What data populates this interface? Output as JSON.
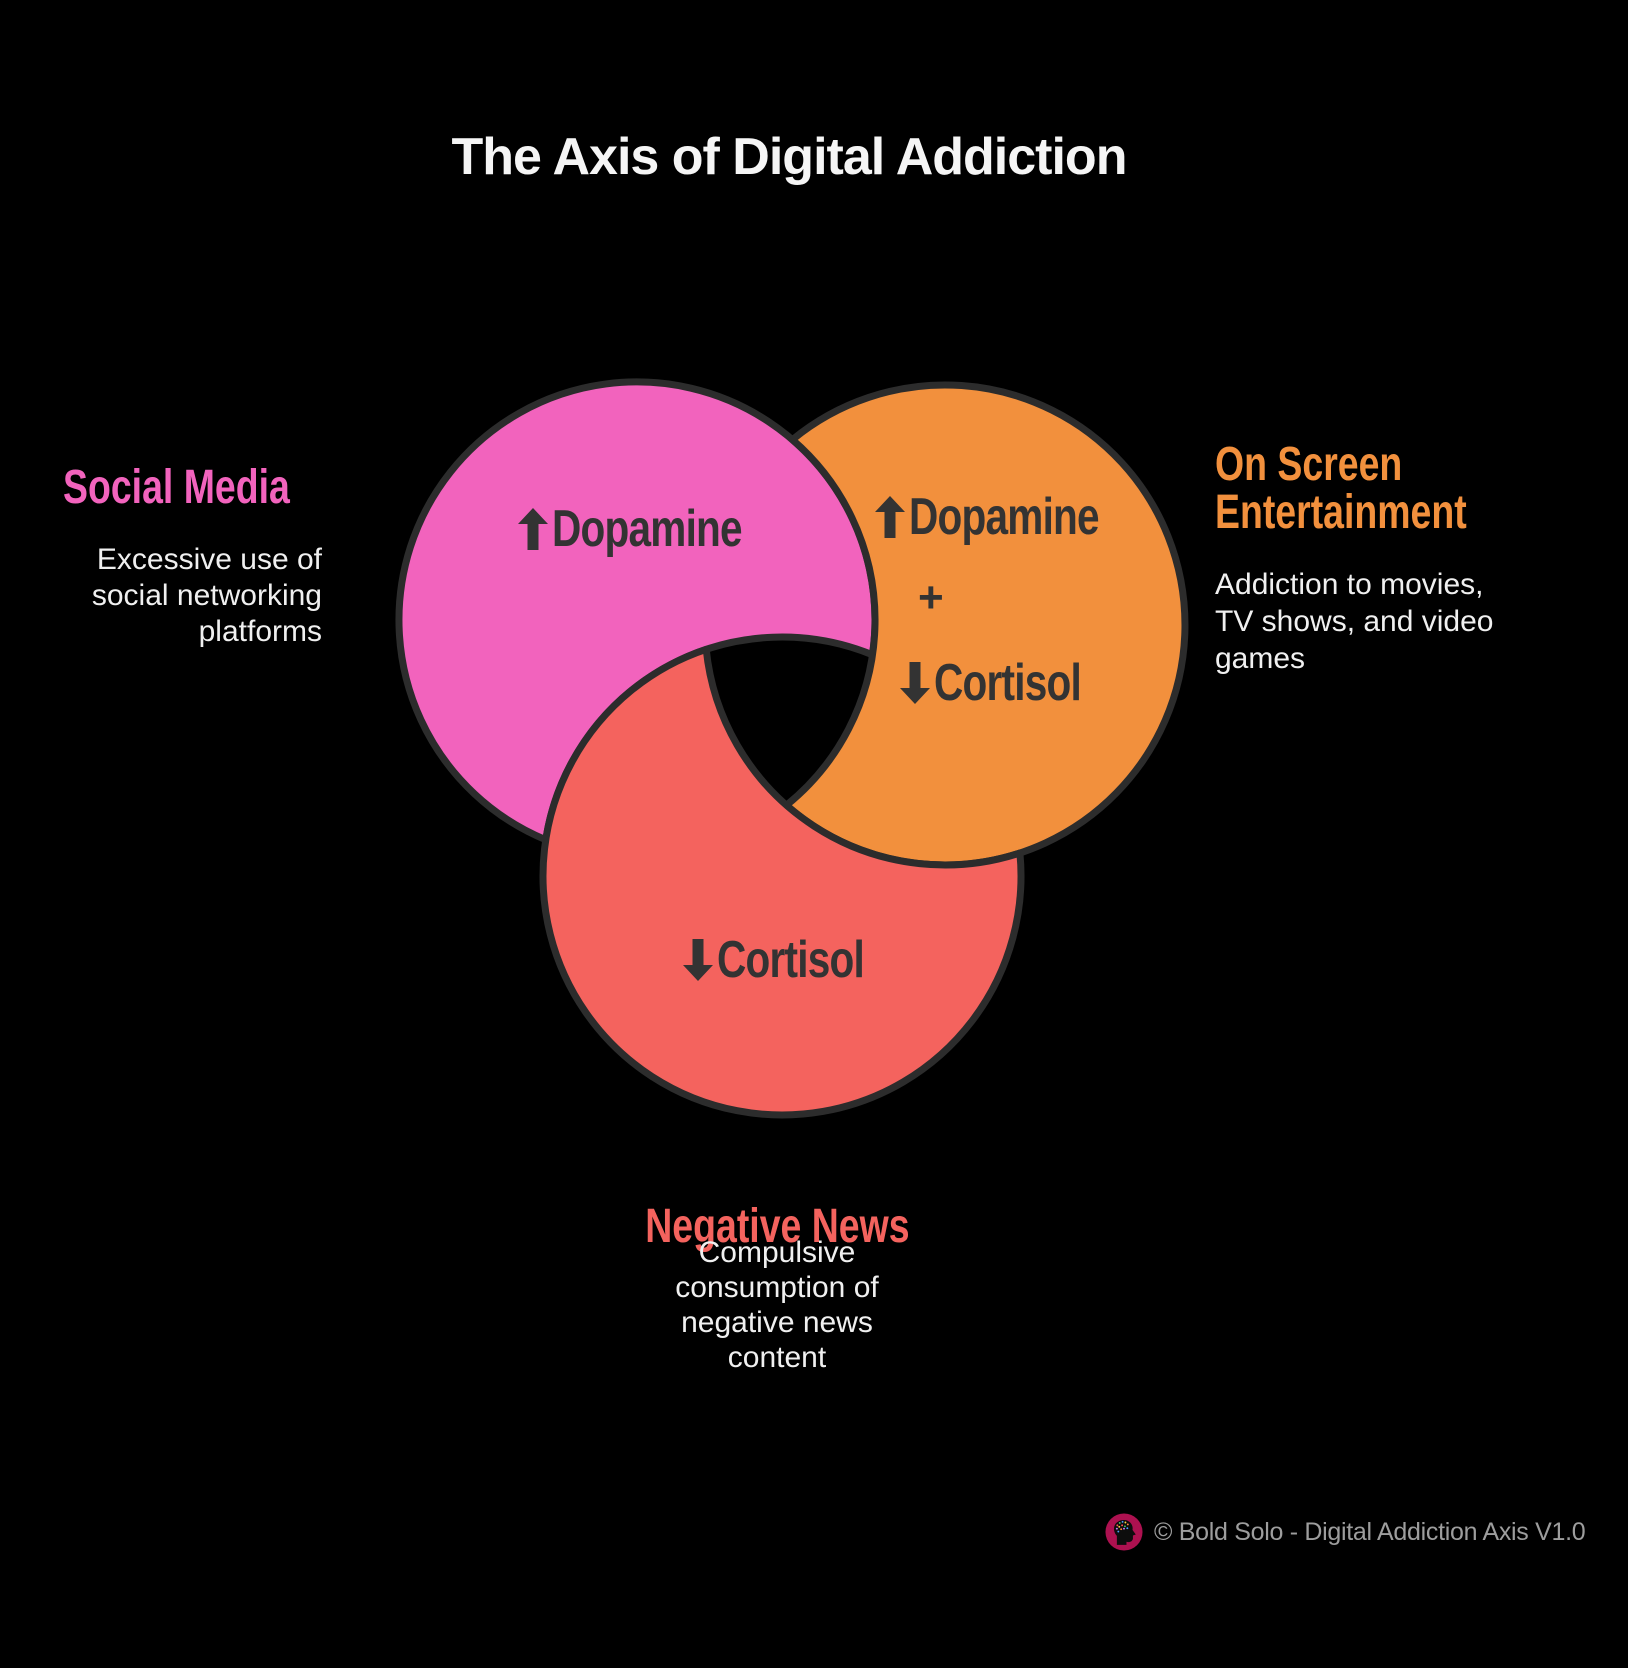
{
  "title": "The Axis of Digital Addiction",
  "colors": {
    "background": "#000000",
    "pink": "#f263bd",
    "orange": "#f2903d",
    "red": "#f4635e",
    "outline": "#2c2c2c",
    "circle_text": "#333333",
    "body_text": "#f0f0f0",
    "title_text": "#f5f5f5",
    "footer_text": "#9d9d9d",
    "logo_badge": "#ad1150"
  },
  "circles": {
    "social_media": {
      "hormone": "Dopamine",
      "direction": "up"
    },
    "on_screen": {
      "hormone_1": "Dopamine",
      "direction_1": "up",
      "connector": "+",
      "hormone_2": "Cortisol",
      "direction_2": "down"
    },
    "negative_news": {
      "hormone": "Cortisol",
      "direction": "down"
    }
  },
  "labels": {
    "social_media": {
      "heading": "Social Media",
      "description_lines": [
        "Excessive use of",
        "social networking",
        "platforms"
      ]
    },
    "on_screen": {
      "heading_lines": [
        "On Screen",
        "Entertainment"
      ],
      "description_lines": [
        "Addiction to movies,",
        "TV shows, and video",
        "games"
      ]
    },
    "negative_news": {
      "heading": "Negative News",
      "description_lines": [
        "Compulsive",
        "consumption of",
        "negative news",
        "content"
      ]
    }
  },
  "footer": {
    "credit": "© Bold Solo - Digital Addiction Axis V1.0",
    "logo": "bold-solo-head-logo"
  }
}
